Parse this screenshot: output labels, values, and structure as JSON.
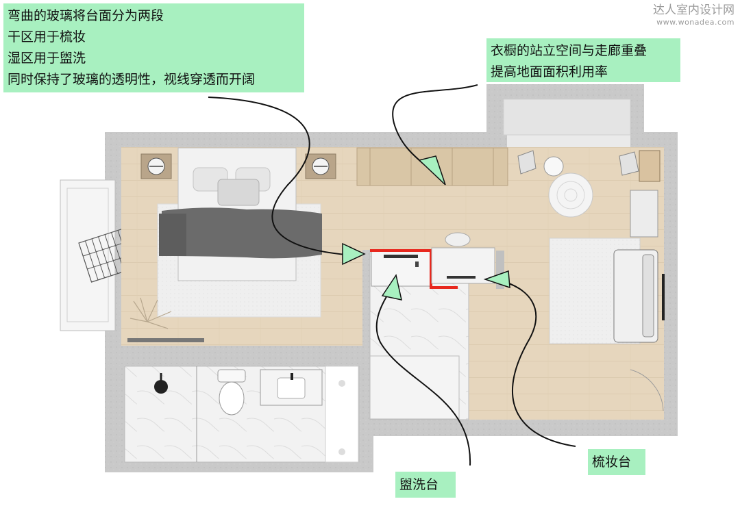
{
  "watermark": {
    "brand": "达人室内设计网",
    "url": "www.wonadea.com"
  },
  "callouts": {
    "glass": {
      "lines": [
        "弯曲的玻璃将台面分为两段",
        "干区用于梳妆",
        "湿区用于盥洗",
        "同时保持了玻璃的透明性，视线穿透而开阔"
      ]
    },
    "closet": {
      "lines": [
        "衣橱的站立空间与走廊重叠",
        "提高地面面积利用率"
      ]
    }
  },
  "labels": {
    "vanity": "盥洗台",
    "dresser": "梳妆台"
  },
  "colors": {
    "callout_bg": "#a8f0c0",
    "arrow_fill": "#a8f0c0",
    "glass_highlight": "#e8281e",
    "wall": "#c8c8c8",
    "wood_floor": "#e7d7bf",
    "tile": "#f1f1f1",
    "bed_blanket": "#6e6e6e"
  },
  "icons": [
    "bed-icon",
    "nightstand-icon",
    "toilet-icon",
    "sink-icon",
    "sofa-icon",
    "armchair-icon",
    "round-table-icon",
    "rug-icon",
    "drying-rack-icon",
    "plant-icon",
    "shower-icon"
  ]
}
